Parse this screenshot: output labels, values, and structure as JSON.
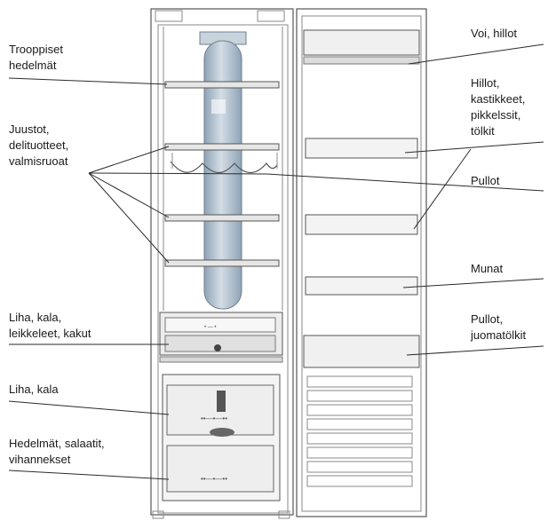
{
  "labels": {
    "tropical_fruits": [
      "Trooppiset",
      "hedelmät"
    ],
    "cheese_deli": [
      "Juustot,",
      "delituotteet,",
      "valmisruoat"
    ],
    "meat_fish_cuts": [
      "Liha, kala,",
      "leikkeleet, kakut"
    ],
    "meat_fish": [
      "Liha, kala"
    ],
    "fruit_veg": [
      "Hedelmät, salaatit,",
      "vihannekset"
    ],
    "butter_jam": [
      "Voi, hillot"
    ],
    "jam_sauces": [
      "Hillot,",
      "kastikkeet,",
      "pikkelssit,",
      "tölkit"
    ],
    "bottles": [
      "Pullot"
    ],
    "eggs": [
      "Munat"
    ],
    "bottles_cans": [
      "Pullot,",
      "juomatölkit"
    ]
  },
  "colors": {
    "cabinet_line": "#555555",
    "air_duct_fill": "#b7c7d6",
    "glass_shelf": "#e6e6e6",
    "drawer_fill": "#eeeeee",
    "text": "#1a1a1a"
  }
}
